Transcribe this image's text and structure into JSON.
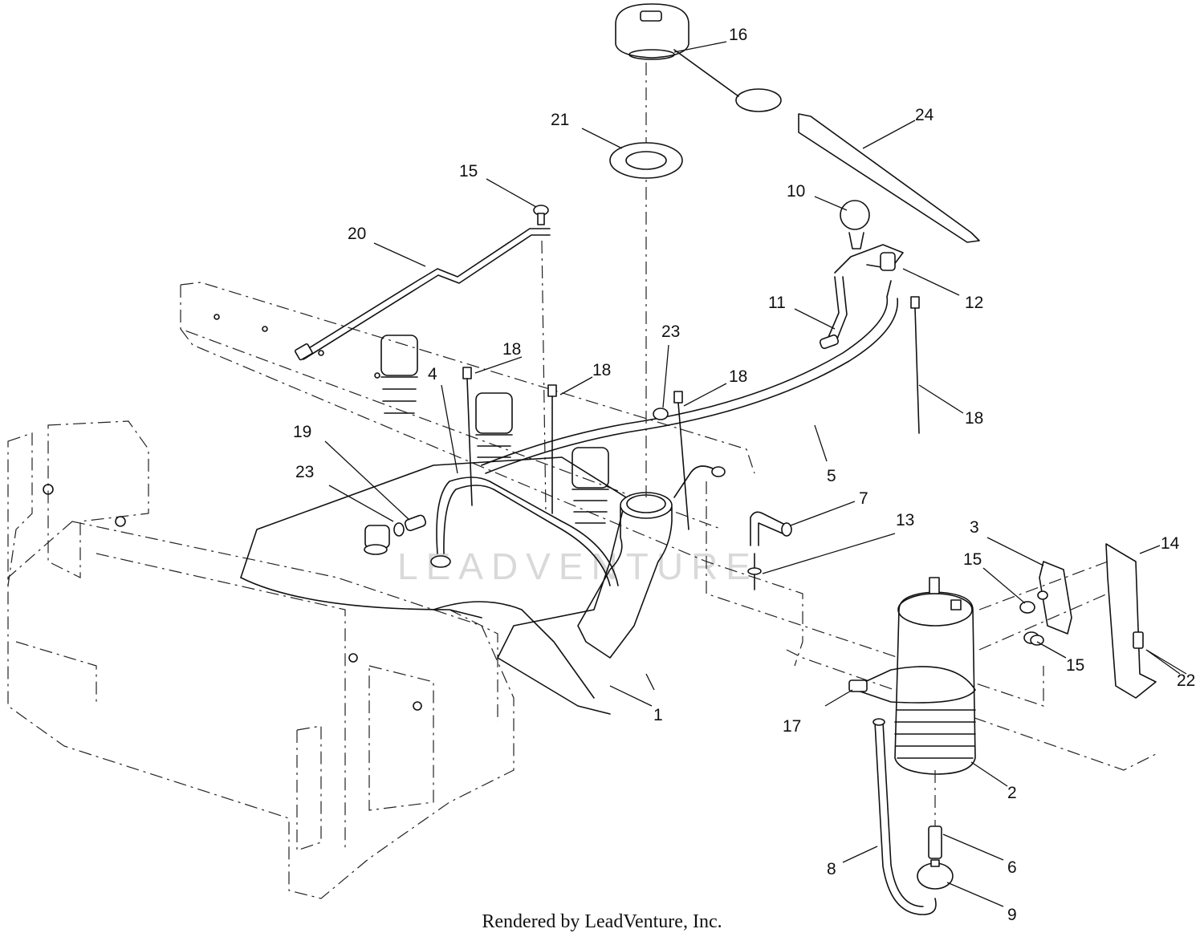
{
  "watermark": "LEADVENTURE",
  "footer": "Rendered by LeadVenture, Inc.",
  "callouts": {
    "c1": "1",
    "c2": "2",
    "c3": "3",
    "c4": "4",
    "c5": "5",
    "c6": "6",
    "c7": "7",
    "c8": "8",
    "c9": "9",
    "c10": "10",
    "c11": "11",
    "c12": "12",
    "c13": "13",
    "c14": "14",
    "c15a": "15",
    "c15b": "15",
    "c15c": "15",
    "c16": "16",
    "c17": "17",
    "c18a": "18",
    "c18b": "18",
    "c18c": "18",
    "c18d": "18",
    "c19": "19",
    "c20": "20",
    "c21": "21",
    "c22": "22",
    "c23a": "23",
    "c23b": "23",
    "c24": "24"
  }
}
